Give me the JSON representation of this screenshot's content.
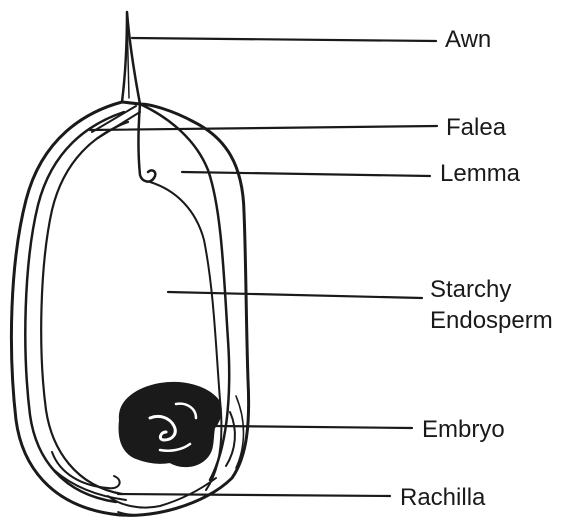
{
  "diagram": {
    "labels": {
      "awn": "Awn",
      "palea": "Falea",
      "lemma": "Lemma",
      "starchy": "Starchy",
      "endosperm": "Endosperm",
      "embryo": "Embryo",
      "rachilla": "Rachilla"
    }
  }
}
